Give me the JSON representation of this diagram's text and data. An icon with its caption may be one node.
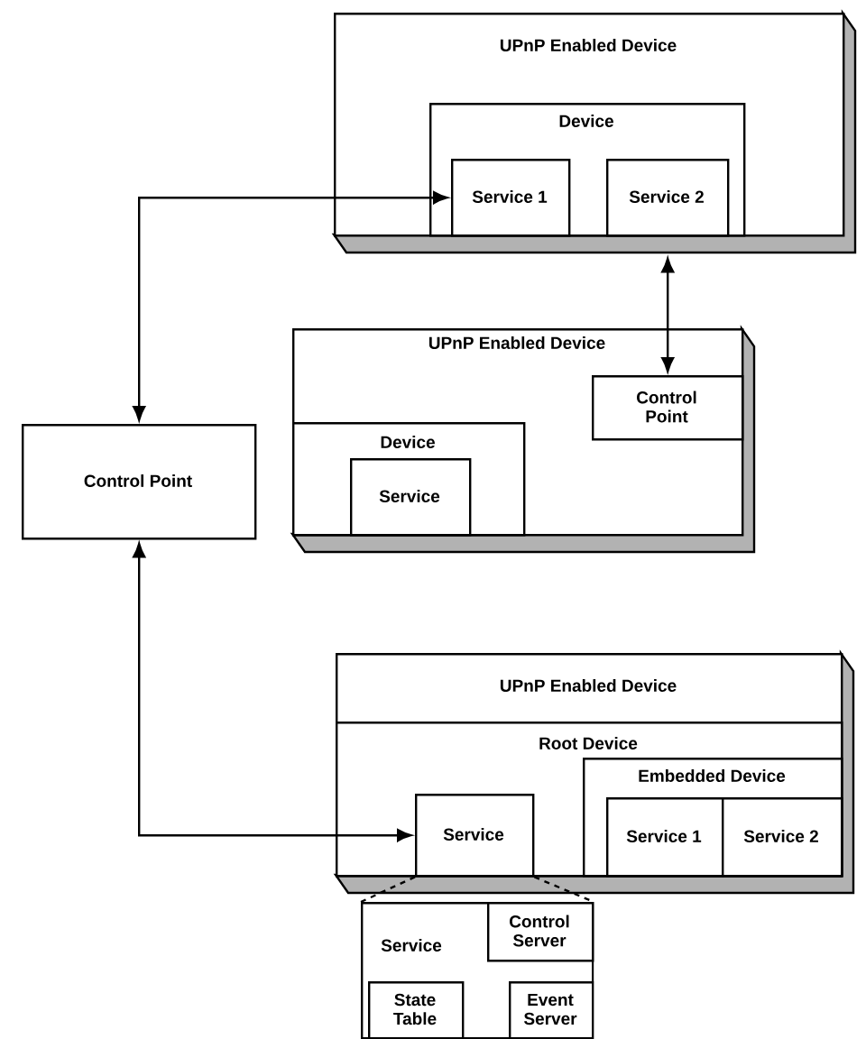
{
  "diagram": {
    "nodes": [
      {
        "text": [
          "UPnP Enabled Device"
        ]
      },
      {
        "text": [
          "Device"
        ],
        "in": 0
      },
      {
        "text": [
          "Service 1"
        ],
        "in": 1
      },
      {
        "text": [
          "Service 2"
        ],
        "in": 1
      },
      {
        "text": [
          "UPnP Enabled Device"
        ]
      },
      {
        "text": [
          "Control Point"
        ],
        "in": 4
      },
      {
        "text": [
          "Device"
        ],
        "in": 4
      },
      {
        "text": [
          "Service"
        ],
        "in": 6
      },
      {
        "text": [
          "Control Point"
        ]
      },
      {
        "text": [
          "UPnP Enabled Device"
        ]
      },
      {
        "text": [
          "Root Device"
        ],
        "in": 9
      },
      {
        "text": [
          "Embedded Device"
        ],
        "in": 10
      },
      {
        "text": [
          "Service"
        ],
        "in": 10
      },
      {
        "text": [
          "Service 1"
        ],
        "in": 11
      },
      {
        "text": [
          "Service 2"
        ],
        "in": 11
      },
      {
        "text": [
          "Service"
        ]
      },
      {
        "text": [
          "Control Server"
        ],
        "in": 15
      },
      {
        "text": [
          "State Table"
        ],
        "in": 15
      },
      {
        "text": [
          "Event Server"
        ],
        "in": 15
      }
    ],
    "edges": [
      {
        "from": 8,
        "to": 2,
        "arrow": "both"
      },
      {
        "from": 3,
        "to": 5,
        "arrow": "both"
      },
      {
        "from": 8,
        "to": 12,
        "arrow": "both"
      },
      {
        "from": 12,
        "to": 15,
        "arrow": "none",
        "style": "dashed"
      },
      {
        "from": 12,
        "to": 15,
        "arrow": "none",
        "style": "dashed"
      }
    ]
  }
}
